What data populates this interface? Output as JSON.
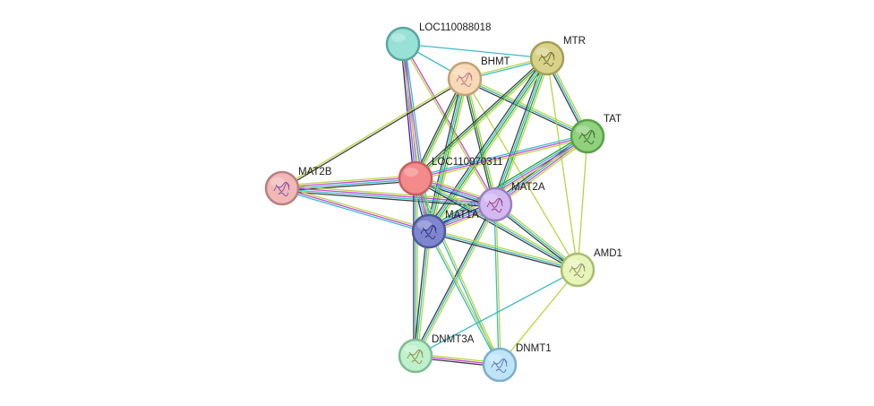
{
  "network": {
    "nodes": [
      {
        "id": "LOC110088018",
        "label": "LOC110088018",
        "fill": "#99e0d6",
        "border": "#5aa89c",
        "glyph": "",
        "query": false
      },
      {
        "id": "MTR",
        "label": "MTR",
        "fill": "#d9d38a",
        "border": "#a59f55",
        "glyph": "#6b6830",
        "query": false
      },
      {
        "id": "BHMT",
        "label": "BHMT",
        "fill": "#f7d9b6",
        "border": "#c4a07a",
        "glyph": "#b86f8a",
        "query": false
      },
      {
        "id": "TAT",
        "label": "TAT",
        "fill": "#8fd17c",
        "border": "#56a244",
        "glyph": "#3f6b33",
        "query": false
      },
      {
        "id": "MAT2B",
        "label": "MAT2B",
        "fill": "#f2b8b8",
        "border": "#b98080",
        "glyph": "#6c4fa0",
        "query": false
      },
      {
        "id": "LOC110070311",
        "label": "LOC110070311",
        "fill": "#f48b8b",
        "border": "#c95e5e",
        "glyph": "",
        "query": true
      },
      {
        "id": "MAT2A",
        "label": "MAT2A",
        "fill": "#d4b8f2",
        "border": "#9a7fc0",
        "glyph": "#9a3a7c",
        "query": false
      },
      {
        "id": "MAT1A",
        "label": "MAT1A",
        "fill": "#7f86cf",
        "border": "#50589c",
        "glyph": "#2c2f7a",
        "query": false
      },
      {
        "id": "AMD1",
        "label": "AMD1",
        "fill": "#e8f5b8",
        "border": "#a9bd6f",
        "glyph": "#8a8a6a",
        "query": false
      },
      {
        "id": "DNMT3A",
        "label": "DNMT3A",
        "fill": "#bff0cc",
        "border": "#7fbd8f",
        "glyph": "#8c8a3a",
        "query": false
      },
      {
        "id": "DNMT1",
        "label": "DNMT1",
        "fill": "#bfe4f7",
        "border": "#7aaecb",
        "glyph": "#5a6fb0",
        "query": false
      }
    ],
    "edges": [
      {
        "a": "LOC110088018",
        "b": "MTR",
        "colors": [
          "#2eb8c8"
        ]
      },
      {
        "a": "LOC110088018",
        "b": "BHMT",
        "colors": [
          "#2eb8c8"
        ]
      },
      {
        "a": "LOC110088018",
        "b": "LOC110070311",
        "colors": [
          "#2eb8c8",
          "#c23fd6",
          "#1c1c8c"
        ]
      },
      {
        "a": "LOC110088018",
        "b": "MAT1A",
        "colors": [
          "#2eb8c8",
          "#c23fd6",
          "#b3d435"
        ]
      },
      {
        "a": "LOC110088018",
        "b": "MAT2A",
        "colors": [
          "#c23fd6",
          "#b3d435"
        ]
      },
      {
        "a": "BHMT",
        "b": "MTR",
        "colors": [
          "#b3d435",
          "#2eb8c8"
        ]
      },
      {
        "a": "BHMT",
        "b": "TAT",
        "colors": [
          "#b3d435",
          "#2eb8c8",
          "#333333"
        ]
      },
      {
        "a": "BHMT",
        "b": "LOC110070311",
        "colors": [
          "#b3d435",
          "#1ea33a",
          "#333333"
        ]
      },
      {
        "a": "BHMT",
        "b": "MAT2A",
        "colors": [
          "#b3d435",
          "#1ea33a",
          "#333333"
        ]
      },
      {
        "a": "BHMT",
        "b": "MAT1A",
        "colors": [
          "#b3d435",
          "#1ea33a",
          "#2eb8c8",
          "#333333"
        ]
      },
      {
        "a": "BHMT",
        "b": "MAT2B",
        "colors": [
          "#333333",
          "#b3d435"
        ]
      },
      {
        "a": "BHMT",
        "b": "AMD1",
        "colors": [
          "#b3d435"
        ]
      },
      {
        "a": "MTR",
        "b": "TAT",
        "colors": [
          "#b3d435",
          "#2eb8c8",
          "#333333"
        ]
      },
      {
        "a": "MTR",
        "b": "LOC110070311",
        "colors": [
          "#b3d435",
          "#1ea33a",
          "#333333"
        ]
      },
      {
        "a": "MTR",
        "b": "MAT2A",
        "colors": [
          "#b3d435",
          "#1ea33a",
          "#2eb8c8",
          "#333333"
        ]
      },
      {
        "a": "MTR",
        "b": "MAT1A",
        "colors": [
          "#b3d435",
          "#1ea33a",
          "#2eb8c8",
          "#333333"
        ]
      },
      {
        "a": "MTR",
        "b": "AMD1",
        "colors": [
          "#b3d435"
        ]
      },
      {
        "a": "TAT",
        "b": "LOC110070311",
        "colors": [
          "#b3d435",
          "#c23fd6",
          "#2eb8c8"
        ]
      },
      {
        "a": "TAT",
        "b": "MAT2A",
        "colors": [
          "#b3d435",
          "#c23fd6",
          "#2eb8c8",
          "#333333"
        ]
      },
      {
        "a": "TAT",
        "b": "MAT1A",
        "colors": [
          "#b3d435",
          "#c23fd6",
          "#2eb8c8",
          "#1ea33a"
        ]
      },
      {
        "a": "TAT",
        "b": "AMD1",
        "colors": [
          "#b3d435"
        ]
      },
      {
        "a": "MAT2B",
        "b": "LOC110070311",
        "colors": [
          "#b3d435",
          "#c23fd6",
          "#2eb8c8",
          "#333333"
        ]
      },
      {
        "a": "MAT2B",
        "b": "MAT2A",
        "colors": [
          "#b3d435",
          "#c23fd6",
          "#2eb8c8",
          "#333333"
        ]
      },
      {
        "a": "MAT2B",
        "b": "MAT1A",
        "colors": [
          "#b3d435",
          "#c23fd6",
          "#2eb8c8"
        ]
      },
      {
        "a": "LOC110070311",
        "b": "MAT2A",
        "colors": [
          "#b3d435",
          "#c23fd6",
          "#2eb8c8",
          "#1c1c8c"
        ]
      },
      {
        "a": "LOC110070311",
        "b": "MAT1A",
        "colors": [
          "#b3d435",
          "#c23fd6",
          "#2eb8c8",
          "#1c1c8c"
        ]
      },
      {
        "a": "LOC110070311",
        "b": "AMD1",
        "colors": [
          "#b3d435",
          "#2eb8c8",
          "#333333"
        ]
      },
      {
        "a": "LOC110070311",
        "b": "DNMT3A",
        "colors": [
          "#b3d435",
          "#2eb8c8",
          "#333333"
        ]
      },
      {
        "a": "LOC110070311",
        "b": "DNMT1",
        "colors": [
          "#b3d435",
          "#2eb8c8"
        ]
      },
      {
        "a": "MAT2A",
        "b": "MAT1A",
        "colors": [
          "#b3d435",
          "#c23fd6",
          "#2eb8c8",
          "#1c1c8c"
        ]
      },
      {
        "a": "MAT2A",
        "b": "AMD1",
        "colors": [
          "#b3d435",
          "#2eb8c8",
          "#333333"
        ]
      },
      {
        "a": "MAT2A",
        "b": "DNMT3A",
        "colors": [
          "#b3d435",
          "#2eb8c8",
          "#333333"
        ]
      },
      {
        "a": "MAT2A",
        "b": "DNMT1",
        "colors": [
          "#b3d435",
          "#2eb8c8"
        ]
      },
      {
        "a": "MAT1A",
        "b": "AMD1",
        "colors": [
          "#b3d435",
          "#2eb8c8",
          "#333333"
        ]
      },
      {
        "a": "MAT1A",
        "b": "DNMT3A",
        "colors": [
          "#b3d435",
          "#2eb8c8",
          "#333333"
        ]
      },
      {
        "a": "MAT1A",
        "b": "DNMT1",
        "colors": [
          "#b3d435",
          "#2eb8c8"
        ]
      },
      {
        "a": "AMD1",
        "b": "DNMT3A",
        "colors": [
          "#2eb8c8"
        ]
      },
      {
        "a": "AMD1",
        "b": "DNMT1",
        "colors": [
          "#b3d435"
        ]
      },
      {
        "a": "DNMT3A",
        "b": "DNMT1",
        "colors": [
          "#b3d435",
          "#c23fd6",
          "#333333"
        ]
      }
    ]
  }
}
